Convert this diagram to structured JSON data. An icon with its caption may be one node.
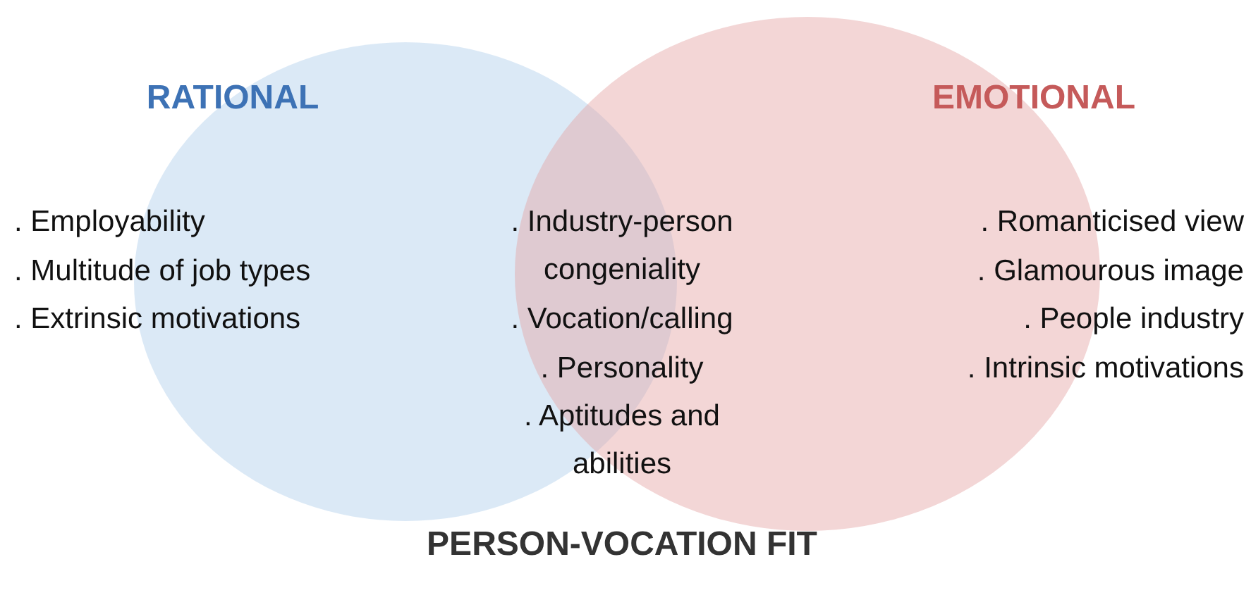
{
  "diagram": {
    "nodes": [
      {
        "text": [
          "RATIONAL",
          ". Employability",
          ". Multitude of job types",
          ". Extrinsic motivations"
        ]
      },
      {
        "text": [
          "EMOTIONAL",
          ". Romanticised view",
          ". Glamourous image",
          ". People industry",
          ". Intrinsic motivations"
        ]
      }
    ],
    "labels": [
      ". Industry-person congeniality",
      ". Vocation/calling",
      ". Personality",
      ". Aptitudes and abilities",
      "PERSON-VOCATION FIT"
    ]
  }
}
